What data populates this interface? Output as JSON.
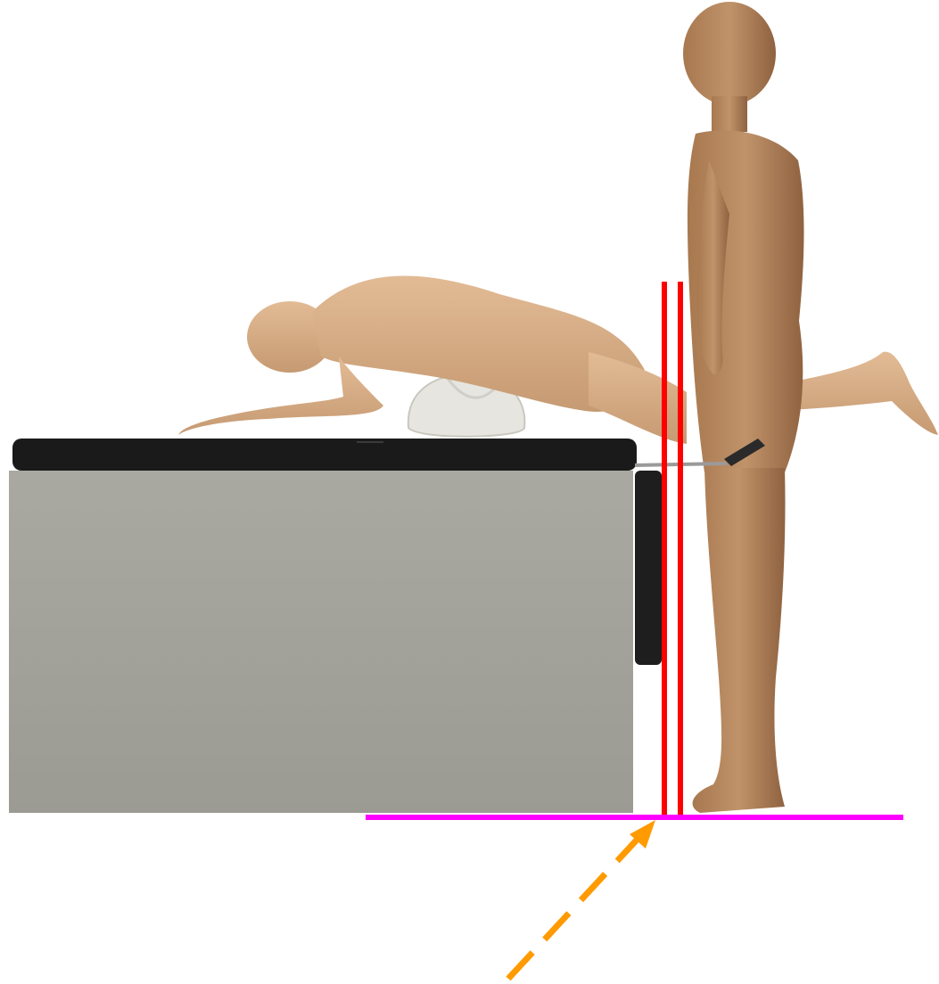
{
  "diagram": {
    "scene": "reference-lines-over-posed-figures",
    "colors": {
      "background": "#ffffff",
      "vertical_reference_lines": "#ff0000",
      "floor_line": "#ff00ff",
      "arrow": "#ff9a00",
      "table_body": "#a3a39b",
      "table_top": "#1a1a1a",
      "skin_standing": "#b98a60",
      "skin_kneeling": "#d6ad86",
      "cushion": "#e6e5df"
    },
    "elements": {
      "vertical_lines_count": 2,
      "arrow_style": "dashed",
      "labels": []
    }
  }
}
